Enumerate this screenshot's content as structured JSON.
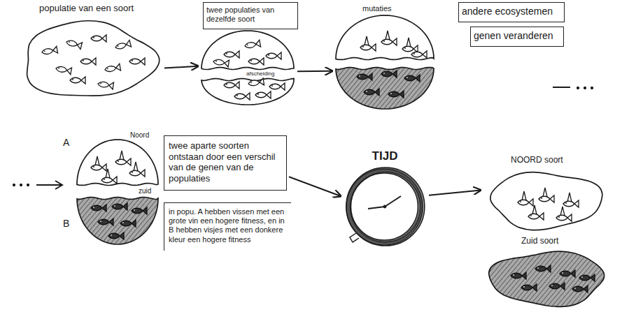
{
  "diagram": {
    "nodes": [
      {
        "text": [
          "populatie van een soort"
        ]
      },
      {
        "text": [
          "twee populaties van dezelfde soort"
        ]
      },
      {
        "text": [
          "afscheiding"
        ]
      },
      {
        "text": [
          "mutaties"
        ]
      },
      {
        "text": [
          "andere ecosystemen"
        ]
      },
      {
        "text": [
          "genen veranderen"
        ]
      },
      {
        "text": [
          "Noord",
          "zuid"
        ]
      },
      {
        "text": [
          "twee aparte soorten ontstaan door een verschil van de genen van de populaties"
        ]
      },
      {
        "text": [
          "in popu. A hebben vissen met een grote vin een hogere fitness, en in B hebben visjes met een donkere kleur een hogere fitness"
        ]
      },
      {
        "text": [
          "TIJD"
        ]
      },
      {
        "text": [
          "NOORD soort"
        ]
      },
      {
        "text": [
          "Zuid soort"
        ]
      }
    ],
    "edges": [
      {
        "from": 0,
        "to": 2,
        "arrow": "to"
      },
      {
        "from": 2,
        "to": 3,
        "arrow": "to"
      },
      {
        "from": 7,
        "to": 9,
        "arrow": "to"
      },
      {
        "from": 9,
        "to": 10,
        "arrow": "to"
      }
    ],
    "labels": [
      "A",
      "B"
    ]
  }
}
